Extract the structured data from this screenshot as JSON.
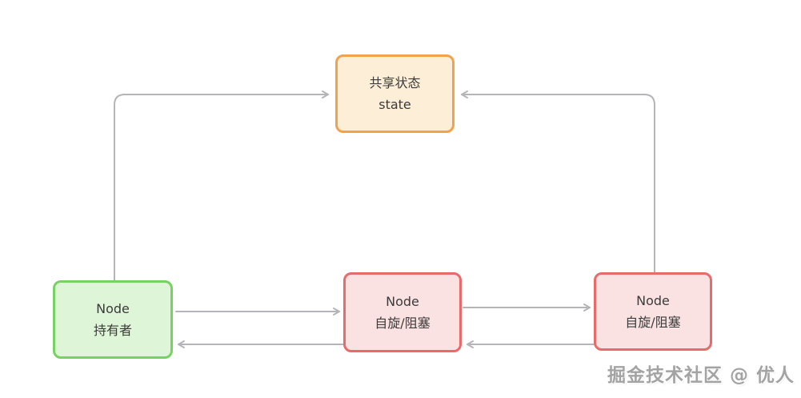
{
  "diagram": {
    "nodes": {
      "state": {
        "title": "共享状态",
        "subtitle": "state"
      },
      "holder": {
        "title": "Node",
        "subtitle": "持有者"
      },
      "spin_mid": {
        "title": "Node",
        "subtitle": "自旋/阻塞"
      },
      "spin_right": {
        "title": "Node",
        "subtitle": "自旋/阻塞"
      }
    },
    "colors": {
      "state_border": "#f0a24d",
      "state_fill": "#fdeed8",
      "holder_border": "#77d163",
      "holder_fill": "#dff5d7",
      "spin_border": "#e96a6a",
      "spin_fill": "#fbe2e2",
      "edge": "#b4b4b9",
      "text": "#3b3b3b",
      "watermark": "#a3a3a3"
    },
    "watermark": "掘金技术社区 @ 优人"
  }
}
